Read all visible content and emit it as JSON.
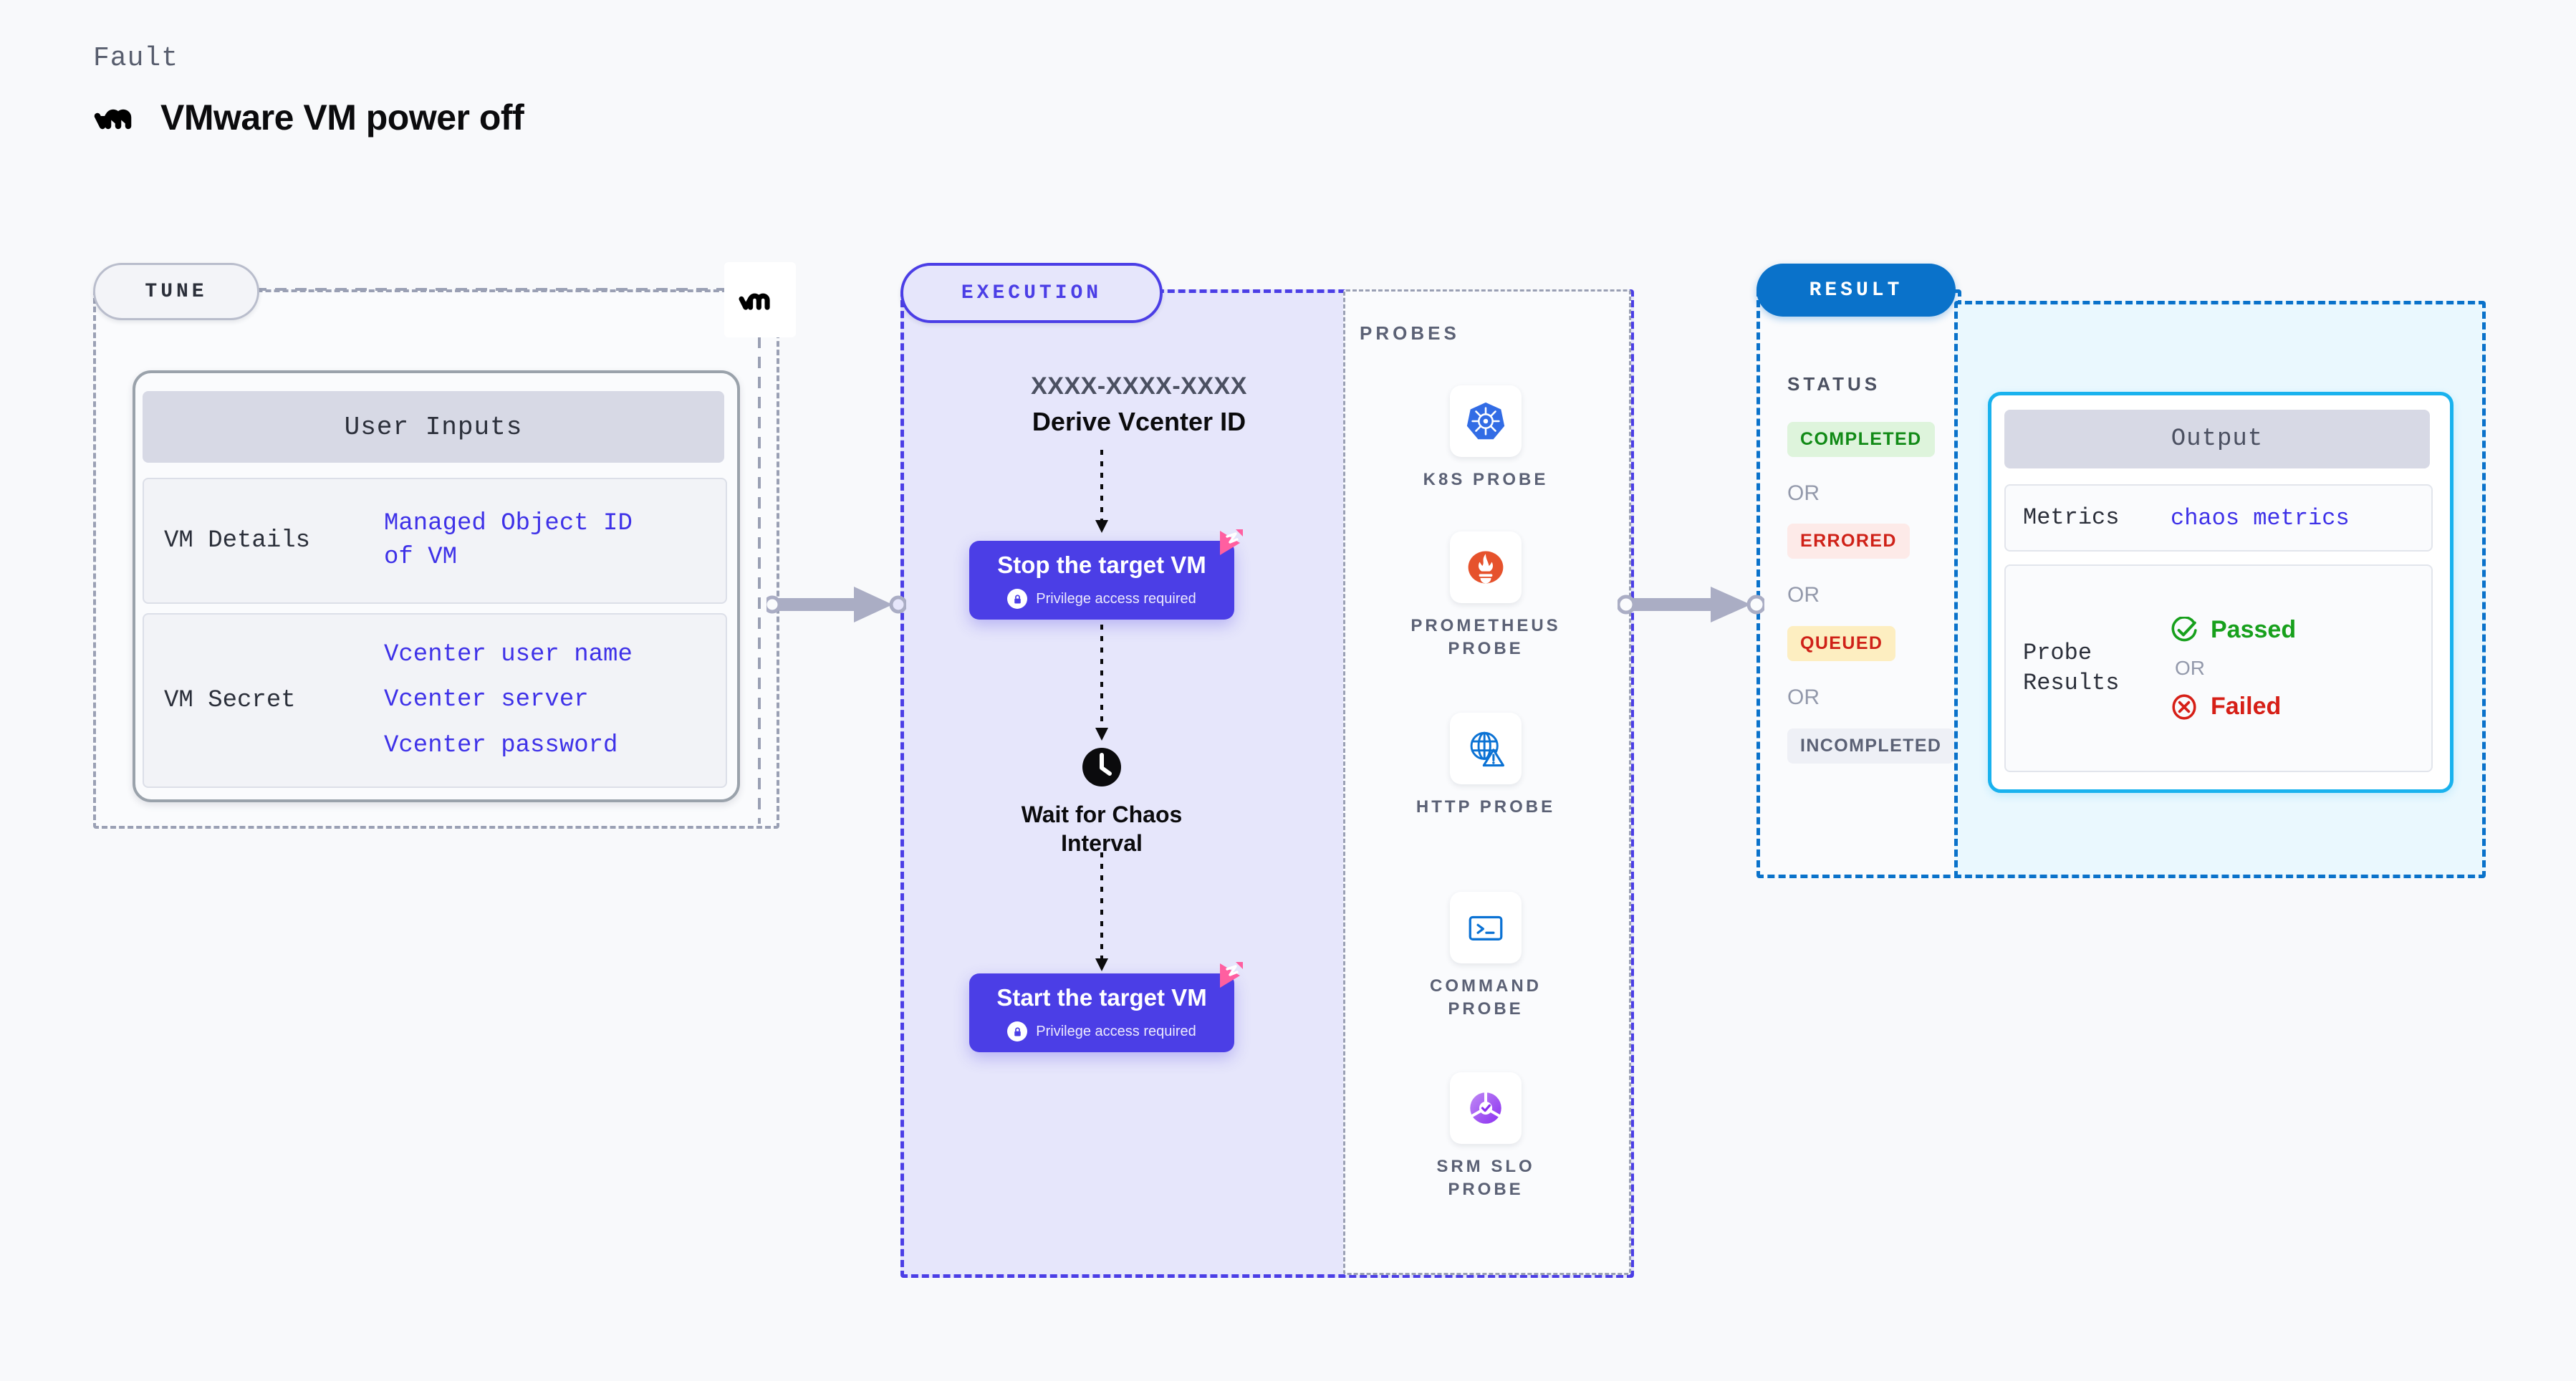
{
  "header": {
    "eyebrow": "Fault",
    "title": "VMware VM power off",
    "logo_icon": "vmware-logo-icon"
  },
  "tune": {
    "pill_label": "TUNE",
    "badge_icon": "vmware-logo-icon",
    "card_header": "User Inputs",
    "rows": [
      {
        "label": "VM Details",
        "values": [
          "Managed Object ID",
          "of VM"
        ]
      },
      {
        "label": "VM Secret",
        "values": [
          "Vcenter user name",
          "Vcenter server",
          "Vcenter password"
        ]
      }
    ]
  },
  "execution": {
    "pill_label": "EXECUTION",
    "exec_id": "XXXX-XXXX-XXXX",
    "derive_label": "Derive Vcenter ID",
    "actions": [
      {
        "title": "Stop the target VM",
        "sub": "Privilege access required",
        "icon": "lock-icon",
        "corner_icon": "harness-logo-icon"
      },
      {
        "title": "Start the target VM",
        "sub": "Privilege access required",
        "icon": "lock-icon",
        "corner_icon": "harness-logo-icon"
      }
    ],
    "wait": {
      "icon": "clock-icon",
      "label": "Wait for Chaos\nInterval"
    }
  },
  "probes": {
    "section_label": "PROBES",
    "items": [
      {
        "label": "K8S PROBE",
        "icon": "kubernetes-icon"
      },
      {
        "label": "PROMETHEUS\nPROBE",
        "icon": "prometheus-icon"
      },
      {
        "label": "HTTP PROBE",
        "icon": "http-globe-warning-icon"
      },
      {
        "label": "COMMAND\nPROBE",
        "icon": "terminal-icon"
      },
      {
        "label": "SRM SLO\nPROBE",
        "icon": "srm-slo-icon"
      }
    ]
  },
  "result": {
    "pill_label": "RESULT",
    "status_label": "STATUS",
    "statuses": [
      "COMPLETED",
      "ERRORED",
      "QUEUED",
      "INCOMPLETED"
    ],
    "or_label": "OR"
  },
  "output": {
    "card_header": "Output",
    "rows": [
      {
        "label": "Metrics",
        "value": "chaos metrics"
      },
      {
        "label": "Probe\nResults",
        "pass": "Passed",
        "or": "OR",
        "fail": "Failed",
        "pass_icon": "check-circle-icon",
        "fail_icon": "x-circle-icon"
      }
    ]
  },
  "connectors": {
    "tune_to_execution": "arrow-right-icon",
    "execution_to_result": "arrow-right-icon"
  },
  "colors": {
    "background": "#f8f9fb",
    "execution_accent": "#4b3ee6",
    "execution_fill": "#e6e6fb",
    "result_accent": "#0a72ca",
    "output_fill": "#eaf8fe",
    "output_border": "#19b2ee",
    "tune_dash": "#9aa0b4",
    "completed": "#118a16",
    "errored": "#cf2118",
    "queued": "#cf2118",
    "incompleted": "#5b6175",
    "passed": "#17a01c",
    "failed": "#d61f17",
    "mono_value": "#3e31e8",
    "harness_pink": "#ff5fa0"
  }
}
